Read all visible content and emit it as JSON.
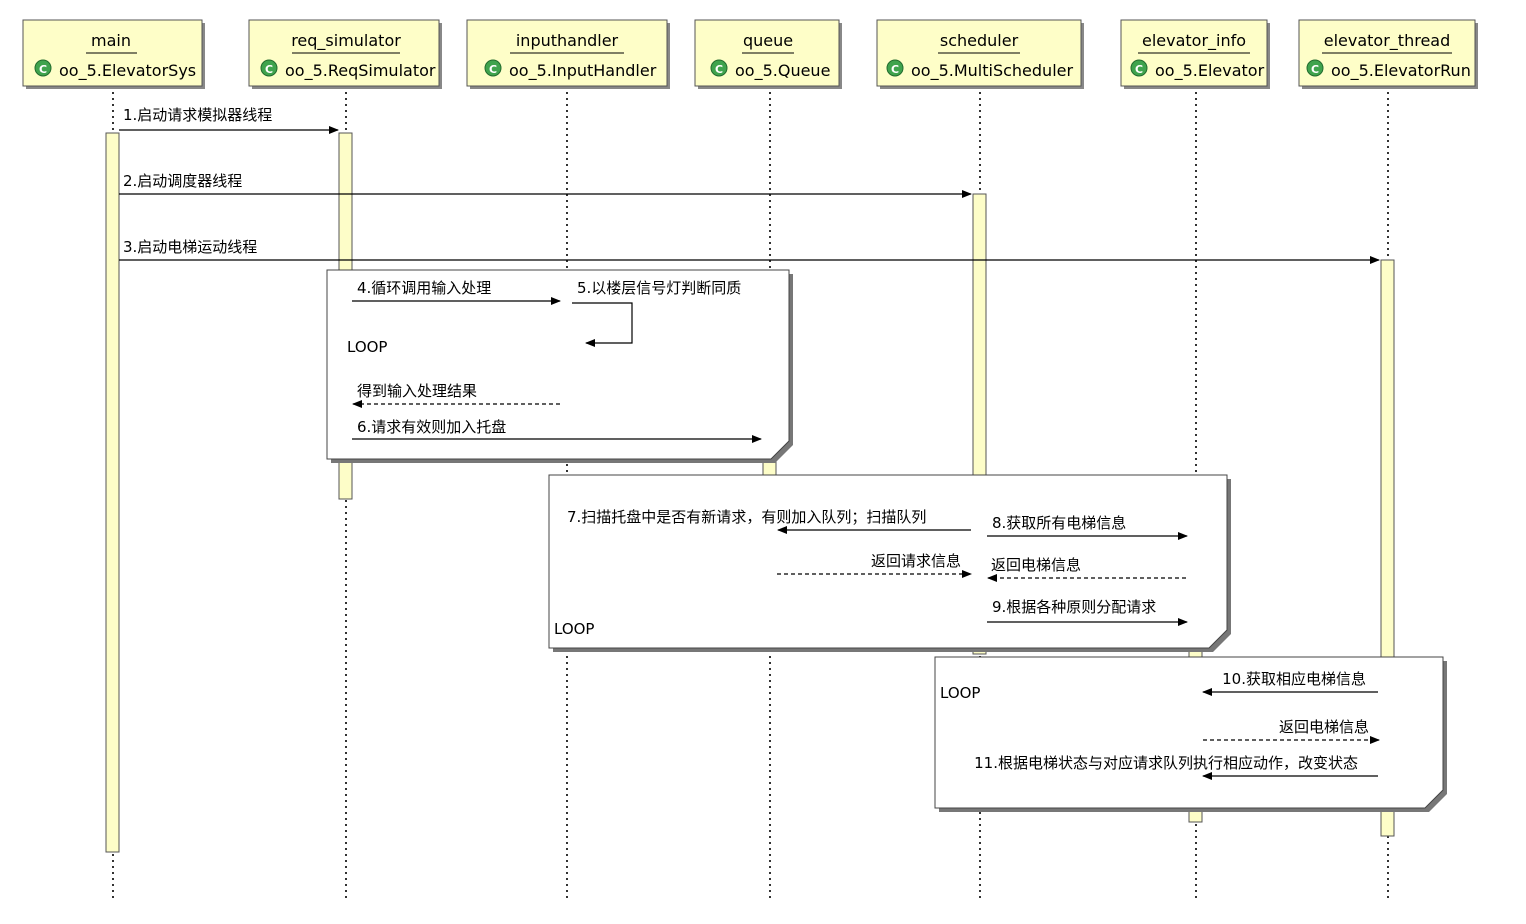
{
  "participants": [
    {
      "name": "main",
      "class": "oo_5.ElevatorSys"
    },
    {
      "name": "req_simulator",
      "class": "oo_5.ReqSimulator"
    },
    {
      "name": "inputhandler",
      "class": "oo_5.InputHandler"
    },
    {
      "name": "queue",
      "class": "oo_5.Queue"
    },
    {
      "name": "scheduler",
      "class": "oo_5.MultiScheduler"
    },
    {
      "name": "elevator_info",
      "class": "oo_5.Elevator"
    },
    {
      "name": "elevator_thread",
      "class": "oo_5.ElevatorRun"
    }
  ],
  "class_icon_letter": "C",
  "messages": {
    "m1": "1.启动请求模拟器线程",
    "m2": "2.启动调度器线程",
    "m3": "3.启动电梯运动线程",
    "m4": "4.循环调用输入处理",
    "m5": "5.以楼层信号灯判断同质",
    "r5": "得到输入处理结果",
    "m6": "6.请求有效则加入托盘",
    "m7": "7.扫描托盘中是否有新请求，有则加入队列；扫描队列",
    "m8": "8.获取所有电梯信息",
    "r7": "返回请求信息",
    "r8": "返回电梯信息",
    "m9": "9.根据各种原则分配请求",
    "m10": "10.获取相应电梯信息",
    "r10": "返回电梯信息",
    "m11": "11.根据电梯状态与对应请求队列执行相应动作，改变状态"
  },
  "frames": {
    "loop1": "LOOP",
    "loop2": "LOOP",
    "loop3": "LOOP"
  }
}
